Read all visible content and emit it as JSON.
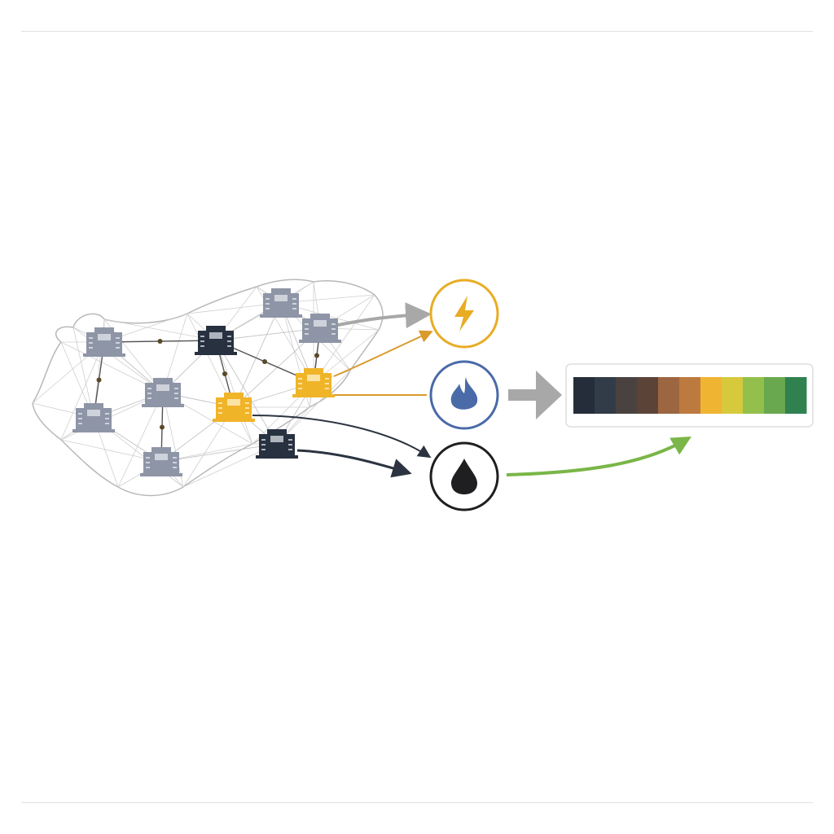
{
  "colors": {
    "map_outline": "#b8b8b8",
    "building_gray": "#8e95a6",
    "building_dark": "#273140",
    "building_yellow": "#f0b429",
    "lightning": "#e8ac25",
    "flame": "#4a6aa8",
    "drop": "#1f1f22",
    "arrow_gray": "#a8a8a8",
    "arrow_orange": "#d99a2b",
    "arrow_dark": "#2b3440",
    "arrow_green": "#7ab648"
  },
  "buildings": [
    {
      "type": "gray"
    },
    {
      "type": "gray"
    },
    {
      "type": "gray"
    },
    {
      "type": "gray"
    },
    {
      "type": "gray"
    },
    {
      "type": "gray"
    },
    {
      "type": "dark"
    },
    {
      "type": "dark"
    },
    {
      "type": "yellow"
    },
    {
      "type": "yellow"
    }
  ],
  "resources": [
    {
      "icon": "lightning-icon"
    },
    {
      "icon": "flame-icon"
    },
    {
      "icon": "water-drop-icon"
    }
  ],
  "scale_swatches": [
    "#262d3a",
    "#323b48",
    "#4a4240",
    "#5c4338",
    "#9c6641",
    "#bc7a3f",
    "#f0b433",
    "#d6c93c",
    "#93c04c",
    "#6aa84f",
    "#2f8150"
  ]
}
